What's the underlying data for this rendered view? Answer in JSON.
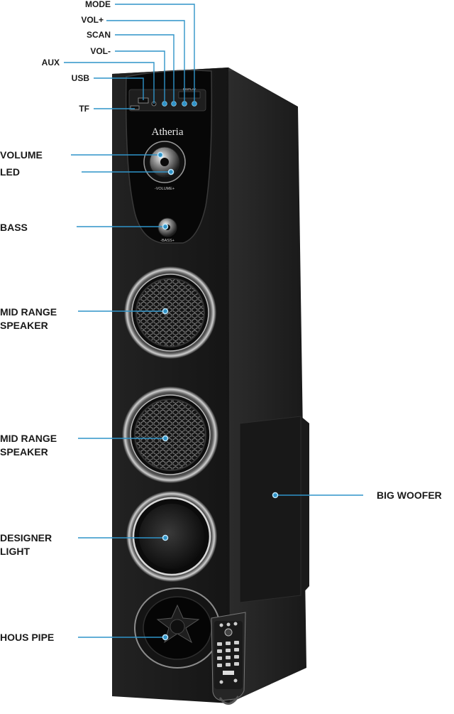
{
  "brand": "Atheria",
  "panel": {
    "volume_caption": "-VOLUME+",
    "bass_caption": "-BASS+",
    "display_caption": "DISPLAY"
  },
  "labels": {
    "mode": "MODE",
    "vol_plus": "VOL+",
    "scan": "SCAN",
    "vol_minus": "VOL-",
    "aux": "AUX",
    "usb": "USB",
    "tf": "TF",
    "volume": "VOLUME",
    "led": "LED",
    "bass": "BASS",
    "mid_range_1_line1": "MID RANGE",
    "mid_range_1_line2": "SPEAKER",
    "mid_range_2_line1": "MID RANGE",
    "mid_range_2_line2": "SPEAKER",
    "designer_light_line1": "DESIGNER",
    "designer_light_line2": "LIGHT",
    "hous_pipe": "HOUS PIPE",
    "big_woofer": "BIG WOOFER"
  },
  "colors": {
    "callout": "#2f93c8",
    "cabinet": "#1c1c1c",
    "cabinet_side": "#2a2a2a",
    "panel": "#0c0c0c",
    "text": "#1a1a1a"
  }
}
